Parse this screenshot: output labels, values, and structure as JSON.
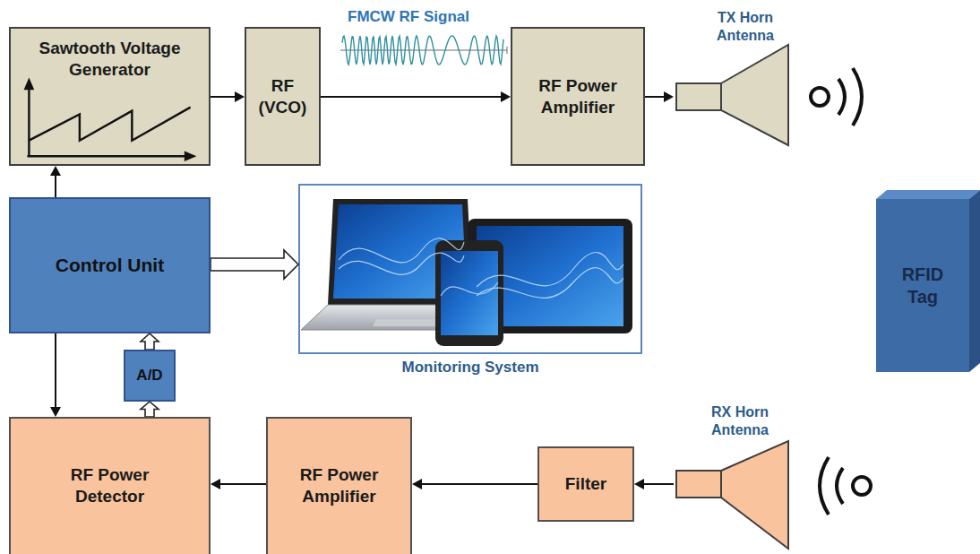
{
  "diagram": {
    "nodes": [
      {
        "text": [
          "Sawtooth Voltage Generator"
        ]
      },
      {
        "text": [
          "RF (VCO)"
        ]
      },
      {
        "text": [
          "RF Power Amplifier"
        ]
      },
      {
        "text": [
          "TX Horn Antenna"
        ]
      },
      {
        "text": [
          "Control Unit"
        ]
      },
      {
        "text": [
          "Monitoring System"
        ]
      },
      {
        "text": [
          "RFID Tag"
        ]
      },
      {
        "text": [
          "A/D"
        ]
      },
      {
        "text": [
          "RF Power Detector"
        ]
      },
      {
        "text": [
          "RF Power Amplifier"
        ]
      },
      {
        "text": [
          "Filter"
        ]
      },
      {
        "text": [
          "RX Horn Antenna"
        ]
      }
    ],
    "edges": [
      {
        "from": 0,
        "to": 1,
        "arrow": "to"
      },
      {
        "from": 1,
        "to": 2,
        "arrow": "to"
      },
      {
        "from": 2,
        "to": 3,
        "arrow": "to"
      },
      {
        "from": 4,
        "to": 0,
        "arrow": "to"
      },
      {
        "from": 4,
        "to": 5,
        "arrow": "to"
      },
      {
        "from": 4,
        "to": 8,
        "arrow": "to"
      },
      {
        "from": 7,
        "to": 4,
        "arrow": "to"
      },
      {
        "from": 8,
        "to": 7,
        "arrow": "to"
      },
      {
        "from": 9,
        "to": 8,
        "arrow": "to"
      },
      {
        "from": 10,
        "to": 9,
        "arrow": "to"
      },
      {
        "from": 11,
        "to": 10,
        "arrow": "to"
      }
    ],
    "labels": [
      "FMCW RF Signal"
    ]
  }
}
